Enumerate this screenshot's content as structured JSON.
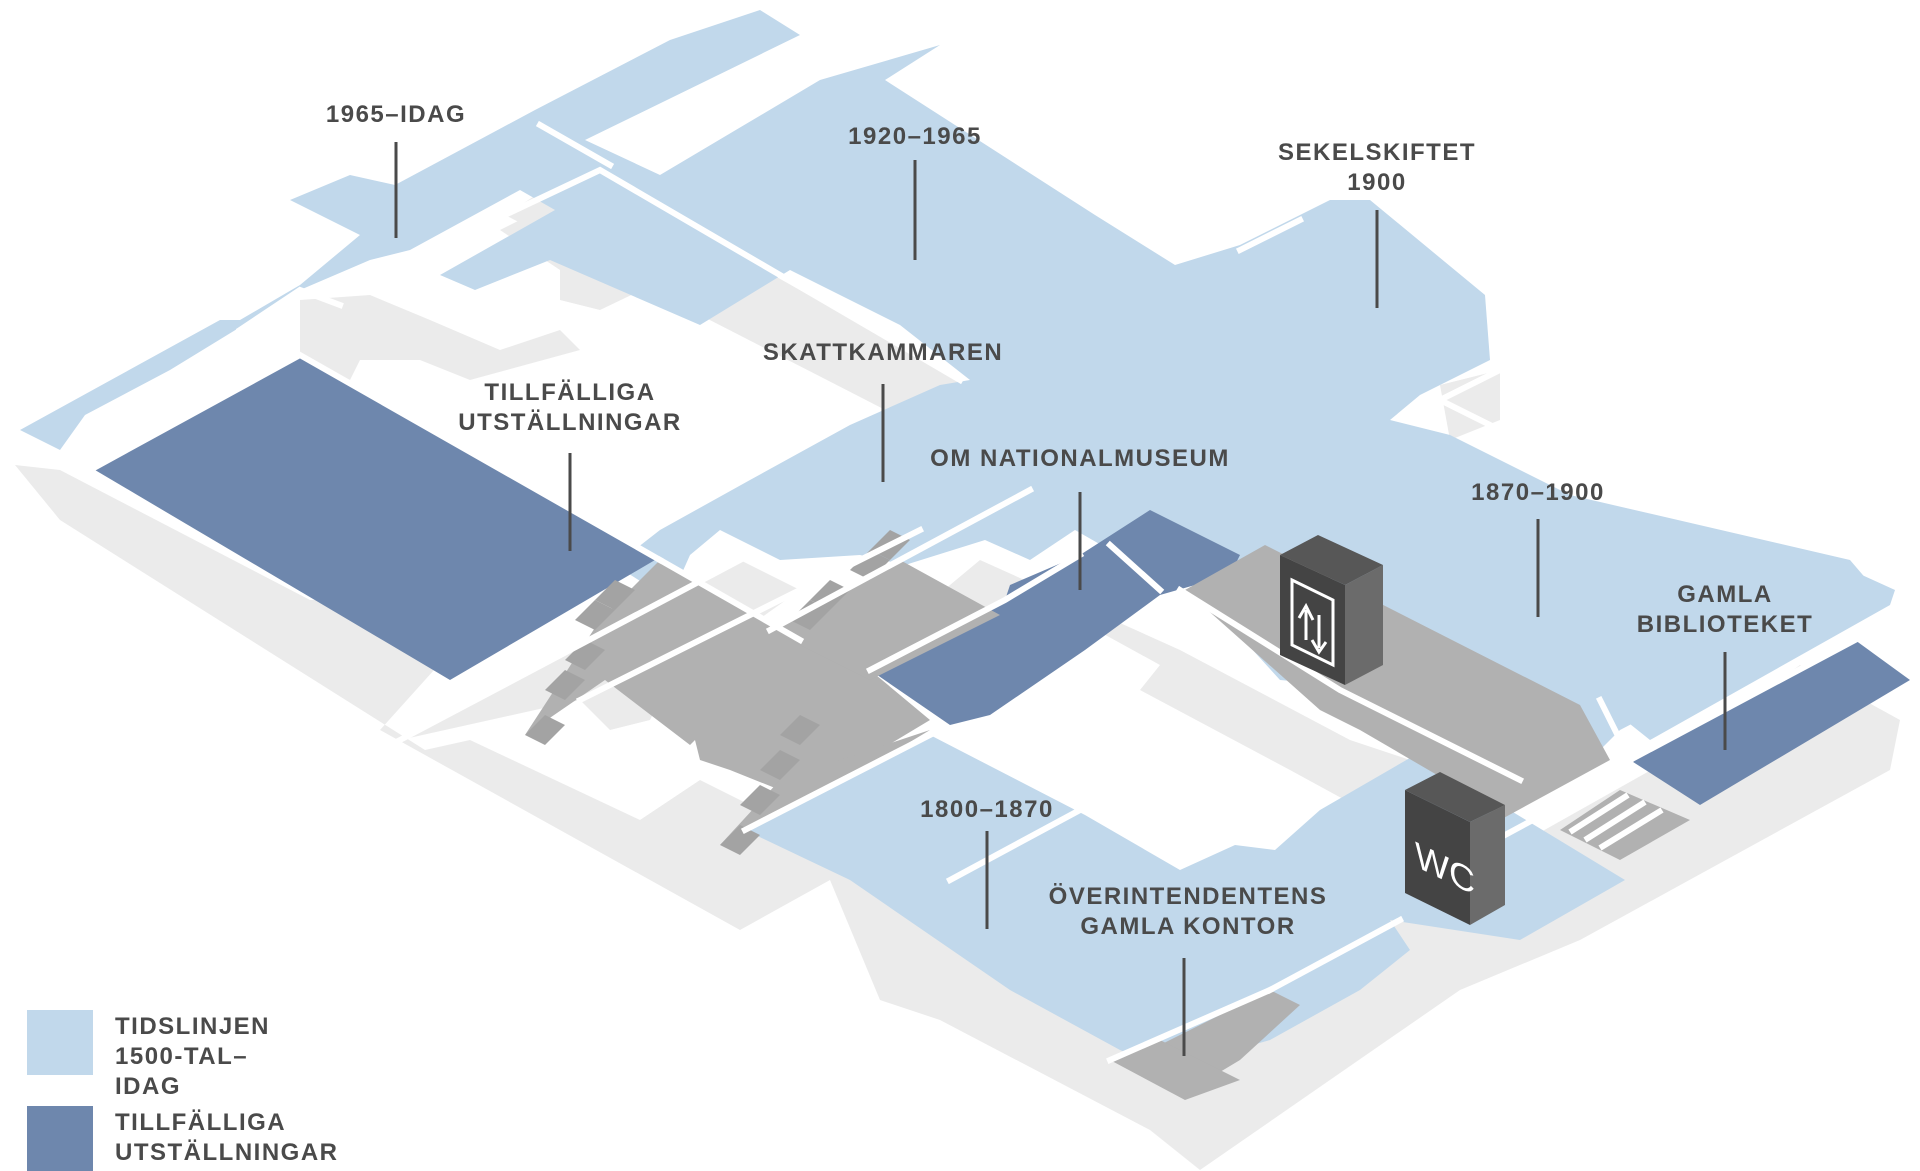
{
  "colors": {
    "timeline": "#c1d8eb",
    "temporary": "#6e87ad",
    "floor": "#ebebeb",
    "corridor": "#b1b1b1",
    "stairs_dark": "#a3a3a3",
    "icon_box": "#575757",
    "text": "#4a4a4a"
  },
  "labels": {
    "l1965": "1965–IDAG",
    "l1920": "1920–1965",
    "sekel": "SEKELSKIFTET\n1900",
    "tillf": "TILLFÄLLIGA\nUTSTÄLLNINGAR",
    "skatt": "SKATTKAMMAREN",
    "omnm": "OM NATIONALMUSEUM",
    "l1870": "1870–1900",
    "gamla": "GAMLA\nBIBLIOTEKET",
    "l1800": "1800–1870",
    "over": "ÖVERINTENDENTENS\nGAMLA KONTOR"
  },
  "icons": {
    "elevator": "elevator-icon",
    "wc": "wc-icon",
    "wc_text": "WC"
  },
  "legend": [
    {
      "text": "TIDSLINJEN\n1500-TAL–IDAG",
      "color": "#c1d8eb"
    },
    {
      "text": "TILLFÄLLIGA\nUTSTÄLLNINGAR",
      "color": "#6e87ad"
    }
  ]
}
